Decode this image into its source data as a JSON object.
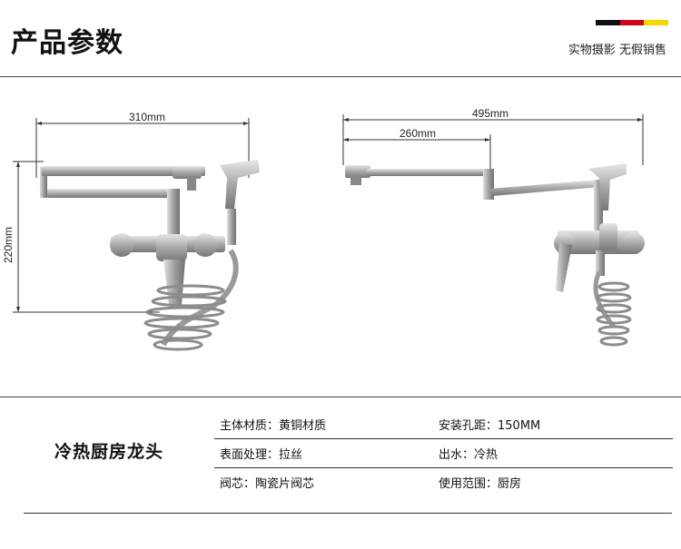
{
  "header": {
    "title": "产品参数",
    "subtitle": "实物摄影 无假销售",
    "flag_colors": [
      "#111111",
      "#d0021b",
      "#f5d800"
    ]
  },
  "diagram_left": {
    "width_label": "310mm",
    "height_label": "220mm"
  },
  "diagram_right": {
    "total_label": "495mm",
    "arm_label": "260mm"
  },
  "product": {
    "name": "冷热厨房龙头"
  },
  "specs": [
    [
      "主体材质：黄铜材质",
      "安装孔距：150MM"
    ],
    [
      "表面处理：拉丝",
      "出水：冷热"
    ],
    [
      "阀芯：陶瓷片阀芯",
      "使用范围：厨房"
    ]
  ]
}
